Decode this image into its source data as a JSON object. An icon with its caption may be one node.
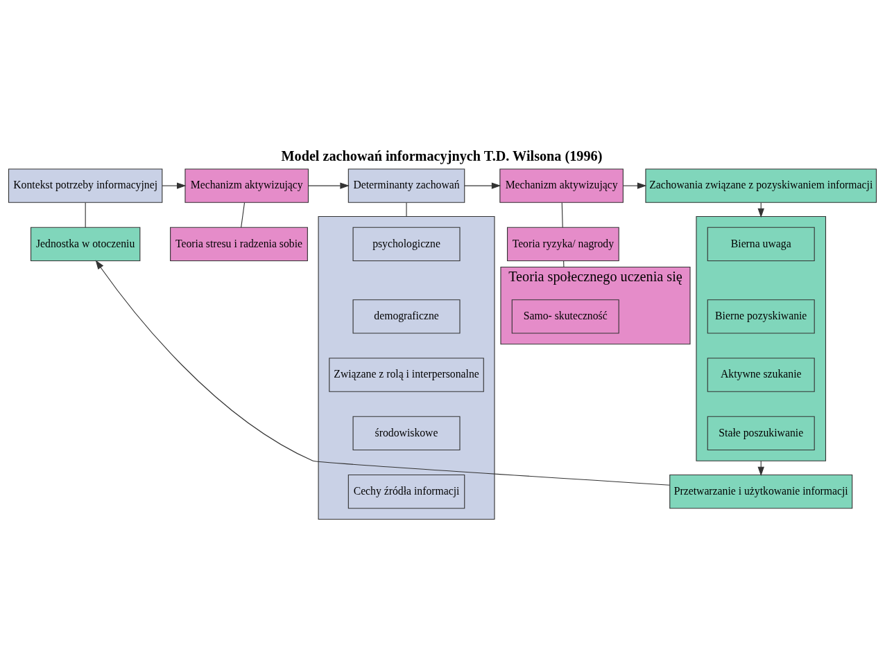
{
  "diagram": {
    "title": "Model zachowań informacyjnych T.D. Wilsona (1996)",
    "nodes": [
      {
        "text": [
          "Kontekst potrzeby informacyjnej"
        ]
      },
      {
        "text": [
          "Mechanizm aktywizujący"
        ]
      },
      {
        "text": [
          "Determinanty zachowań"
        ]
      },
      {
        "text": [
          "Mechanizm aktywizujący"
        ]
      },
      {
        "text": [
          "Zachowania związane z pozyskiwaniem informacji"
        ]
      },
      {
        "text": [
          "Jednostka w otoczeniu"
        ]
      },
      {
        "text": [
          "Teoria stresu i radzenia sobie"
        ]
      },
      {
        "text": [],
        "shape": "box"
      },
      {
        "text": [
          "psychologiczne"
        ],
        "in": 7
      },
      {
        "text": [
          "demograficzne"
        ],
        "in": 7
      },
      {
        "text": [
          "Związane z rolą i interpersonalne"
        ],
        "in": 7
      },
      {
        "text": [
          "środowiskowe"
        ],
        "in": 7
      },
      {
        "text": [
          "Cechy źródła informacji"
        ],
        "in": 7
      },
      {
        "text": [
          "Teoria ryzyka/ nagrody"
        ]
      },
      {
        "text": [
          "Teoria społecznego uczenia się"
        ]
      },
      {
        "text": [
          "Samo- skuteczność"
        ],
        "in": 14
      },
      {
        "text": [],
        "shape": "box"
      },
      {
        "text": [
          "Bierna uwaga"
        ],
        "in": 16
      },
      {
        "text": [
          "Bierne pozyskiwanie"
        ],
        "in": 16
      },
      {
        "text": [
          "Aktywne szukanie"
        ],
        "in": 16
      },
      {
        "text": [
          "Stałe poszukiwanie"
        ],
        "in": 16
      },
      {
        "text": [
          "Przetwarzanie i użytkowanie informacji"
        ]
      }
    ],
    "edges": [
      {
        "from": 0,
        "to": 1,
        "arrow": "to"
      },
      {
        "from": 1,
        "to": 2,
        "arrow": "to"
      },
      {
        "from": 2,
        "to": 3,
        "arrow": "to"
      },
      {
        "from": 3,
        "to": 4,
        "arrow": "to"
      },
      {
        "from": 0,
        "to": 5,
        "arrow": "none"
      },
      {
        "from": 1,
        "to": 6,
        "arrow": "none"
      },
      {
        "from": 2,
        "to": 7,
        "arrow": "none"
      },
      {
        "from": 3,
        "to": 13,
        "arrow": "none"
      },
      {
        "from": 13,
        "to": 14,
        "arrow": "none"
      },
      {
        "from": 4,
        "to": 16,
        "arrow": "to"
      },
      {
        "from": 16,
        "to": 21,
        "arrow": "to"
      },
      {
        "from": 21,
        "to": 5,
        "arrow": "to"
      }
    ]
  }
}
